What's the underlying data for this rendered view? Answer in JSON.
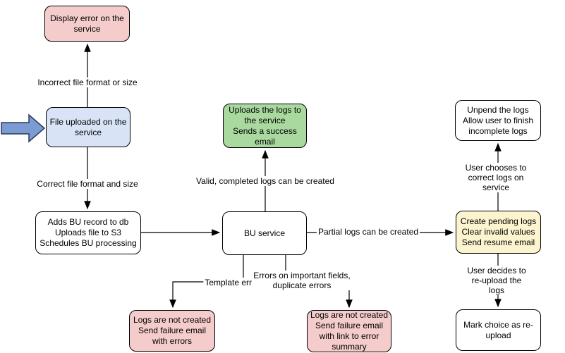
{
  "diagram": {
    "nodes": {
      "display_error": {
        "text": "Display error on the\nservice",
        "fill": "#F4CCCB"
      },
      "file_uploaded": {
        "text": "File uploaded on the\nservice",
        "fill": "#D8E4F5"
      },
      "adds_bu_record": {
        "text": "Adds BU record to db\nUploads file to S3\nSchedules BU processing",
        "fill": "#FFFFFF"
      },
      "bu_service": {
        "text": "BU service",
        "fill": "#FFFFFF"
      },
      "uploads_logs_success": {
        "text": "Uploads the logs to\nthe service\nSends a success\nemail",
        "fill": "#A9D99F"
      },
      "unpend_logs": {
        "text": "Unpend the logs\nAllow user to finish\nincomplete logs",
        "fill": "#FFFFFF"
      },
      "create_pending_logs": {
        "text": "Create pending logs\nClear invalid values\nSend resume email",
        "fill": "#FCF3CF"
      },
      "mark_choice_reupload": {
        "text": "Mark choice as re-\nupload",
        "fill": "#FFFFFF"
      },
      "logs_not_created_template": {
        "text": "Logs are not created\nSend failure email\nwith errors",
        "fill": "#F4CCCB"
      },
      "logs_not_created_fields": {
        "text": "Logs are not created\nSend failure email\nwith link to error\nsummary",
        "fill": "#F4CCCB"
      }
    },
    "edge_labels": {
      "incorrect_format": "Incorrect file format or size",
      "correct_format": "Correct file format and size",
      "valid_completed": "Valid, completed logs can be created",
      "partial_logs": "Partial logs can be created",
      "template_errors": "Template errors",
      "field_errors": "Errors on important fields,\nduplicate errors",
      "user_correct": "User chooses to correct logs on service",
      "user_reupload": "User decides to re-upload the logs"
    },
    "colors": {
      "stroke": "#000000",
      "pink_fill": "#F4CCCB",
      "blue_fill": "#D8E4F5",
      "green_fill": "#A9D99F",
      "yellow_fill": "#FCF3CF",
      "white_fill": "#FFFFFF",
      "input_arrow_fill": "#7C9AD3",
      "input_arrow_stroke": "#2A3B57"
    }
  }
}
